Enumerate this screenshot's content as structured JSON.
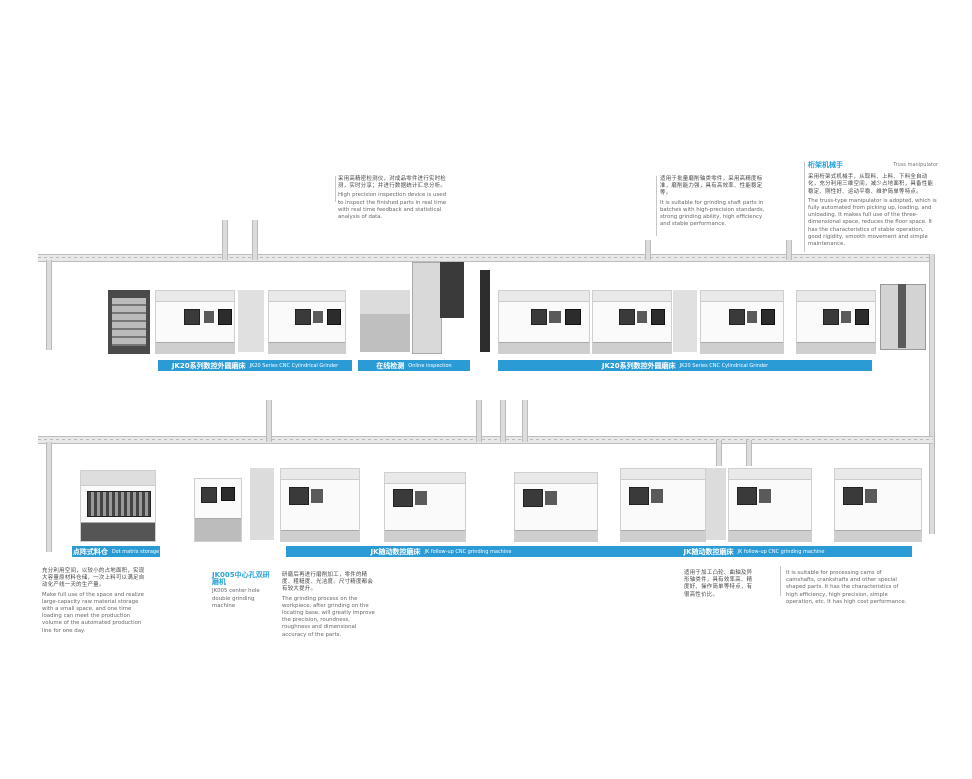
{
  "colors": {
    "accent": "#2b9bd6",
    "note_title": "#29a3d6",
    "machine_dark": "#3a3a3a"
  },
  "notes": {
    "inspection": {
      "cn": "采用高精密检测仪，对成品零件进行实时检测，实时分享；并进行数据统计汇总分析。",
      "en": "High precision inspection device is used to inspect the finished parts in real time with real time feedback and statistical analysis of data."
    },
    "jk20": {
      "cn": "适用于批量磨削轴类零件，采用高精度标准，磨削能力强，具有高效率、性能稳定等。",
      "en": "It is suitable for grinding shaft parts in batches with high-precision standards, strong grinding ability, high efficiency and stable performance."
    },
    "truss": {
      "title_cn": "桁架机械手",
      "title_en": "Truss manipulator",
      "cn": "采用桁架式机械手，从取料、上料、下料全自动化，充分利用三维空间，减少占地面积，具备性能稳定、刚性好、运动平稳、维护简单等特点。",
      "en": "The truss-type manipulator is adopted, which is fully automated from picking up, loading, and unloading. It makes full use of the three-dimensional space, reduces the floor space. It has the characteristics of stable operation, good rigidity, smooth movement and simple maintenance."
    },
    "storage": {
      "cn": "充分利用空间，以较小的占地面积，实现大容量原材料仓储，一次上料可以满足自动化产线一天的生产量。",
      "en": "Make full use of the space and realize large-capacity raw material storage with a small space, and one time loading can meet the production volume of the automated production line for one day."
    },
    "jk005": {
      "title_cn": "JK005中心孔双研磨机",
      "title_en": "JK005 center hole double grinding machine",
      "cn": "研磨后再进行磨削加工，零件的精度、粗糙度、光洁度、尺寸精度都会有较大提升。",
      "en": "The grinding process on the workpiece, after grinding on the locating base, will greatly improve the precision, roundness, roughness and dimensional accuracy of the parts."
    },
    "jk_follow": {
      "cn": "适用于加工凸轮、曲轴及异形轴类件，具有效率高、精度好、操作简单等特点，有很高性价比。",
      "en": "It is suitable for processing cams of camshafts, crankshafts and other special shaped parts. It has the characteristics of high efficiency, high precision, simple operation, etc. It has high cost performance."
    }
  },
  "banners": {
    "jk20_left": {
      "cn": "JK20系列数控外圆磨床",
      "en": "JK20 Series CNC Cylindrical Grinder"
    },
    "online": {
      "cn": "在线检测",
      "en": "Online inspection"
    },
    "jk20_right": {
      "cn": "JK20系列数控外圆磨床",
      "en": "JK20 Series CNC Cylindrical Grinder"
    },
    "storage": {
      "cn": "点阵式料仓",
      "en": "Dot matrix storage"
    },
    "jk_mid": {
      "cn": "JK随动数控磨床",
      "en": "JK follow-up CNC grinding machine"
    },
    "jk_right": {
      "cn": "JK随动数控磨床",
      "en": "JK follow-up CNC grinding machine"
    }
  }
}
